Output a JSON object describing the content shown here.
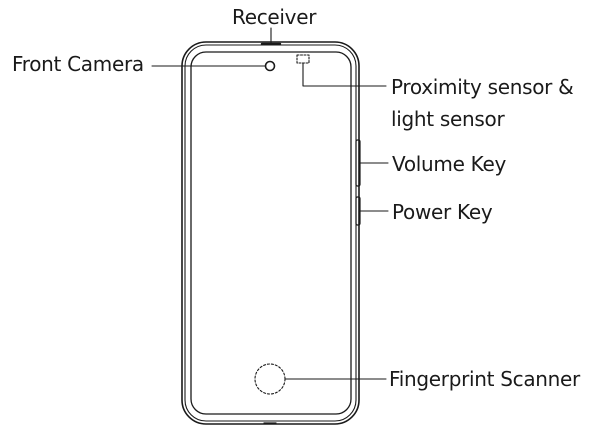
{
  "labels": {
    "receiver": "Receiver",
    "front_camera": "Front Camera",
    "proximity_line1": "Proximity sensor &",
    "proximity_line2": "light sensor",
    "volume_key": "Volume Key",
    "power_key": "Power Key",
    "fingerprint_scanner": "Fingerprint Scanner"
  },
  "colors": {
    "stroke": "#1a1a1a",
    "background": "#ffffff"
  }
}
